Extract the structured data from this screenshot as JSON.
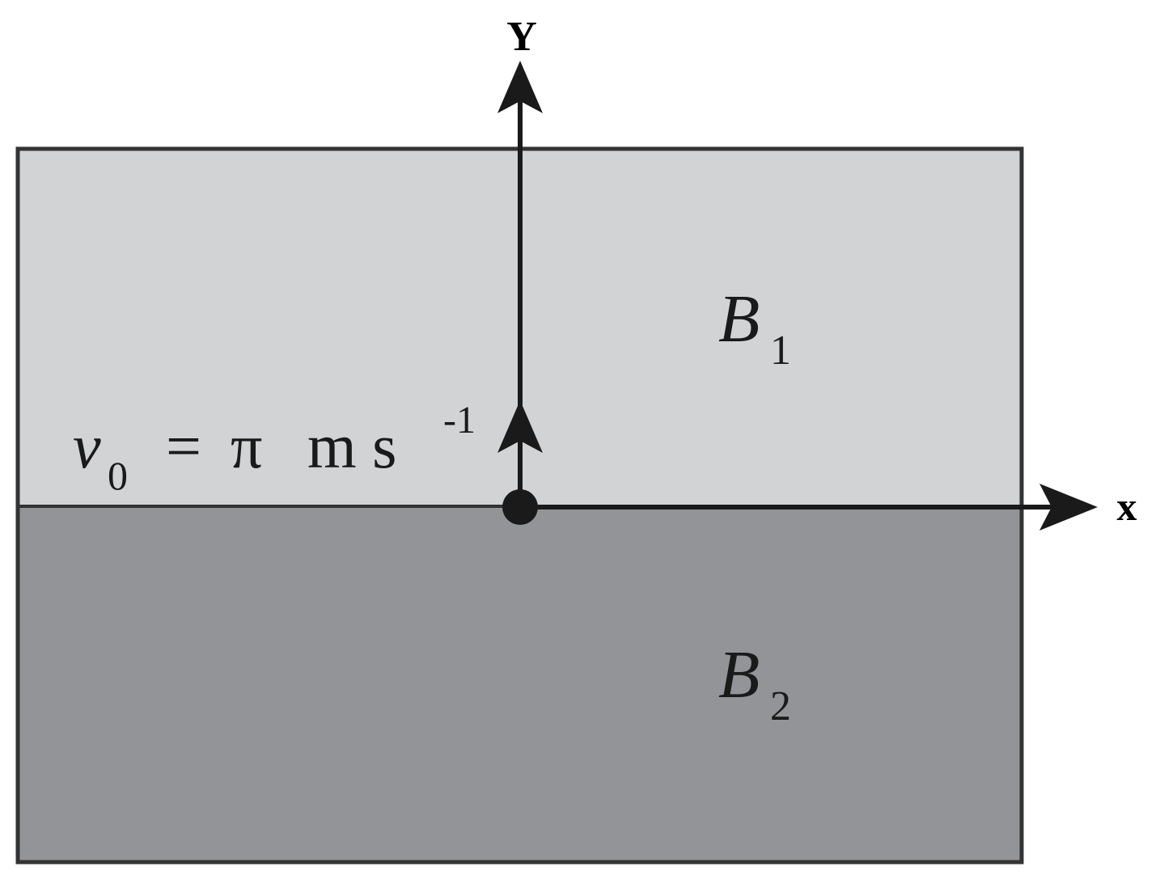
{
  "axes": {
    "y_label": "Y",
    "x_label": "x"
  },
  "regions": [
    {
      "name": "B",
      "subscript": "1",
      "color": "#d2d3d5"
    },
    {
      "name": "B",
      "subscript": "2",
      "color": "#939498"
    }
  ],
  "velocity": {
    "symbol": "v",
    "subscript": "0",
    "equals": "=",
    "value": "π",
    "unit": "m s",
    "exponent": "-1"
  },
  "colors": {
    "line": "#1a1a1a",
    "border": "#333333"
  }
}
